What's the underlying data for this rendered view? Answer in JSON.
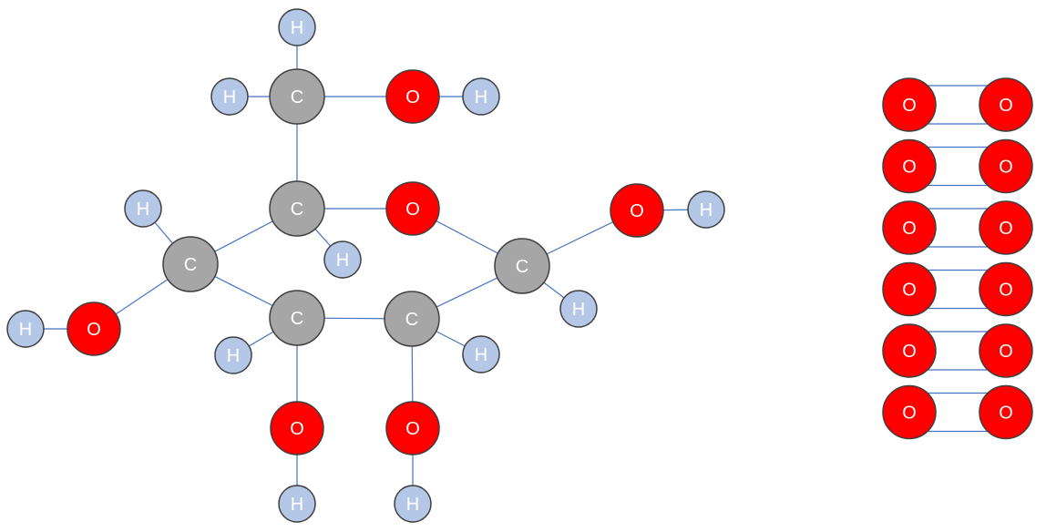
{
  "colors": {
    "carbon_fill": "#a6a6a6",
    "oxygen_fill": "#ff0000",
    "hydrogen_fill": "#b4c7e7",
    "outline": "#3f3f3f",
    "bond": "#4472c4"
  },
  "atoms": [
    {
      "id": "h1",
      "el": "H",
      "label": "H"
    },
    {
      "id": "c1",
      "el": "C",
      "label": "C"
    },
    {
      "id": "h2",
      "el": "H",
      "label": "H"
    },
    {
      "id": "o1",
      "el": "O",
      "label": "O"
    },
    {
      "id": "h3",
      "el": "H",
      "label": "H"
    },
    {
      "id": "c2",
      "el": "C",
      "label": "C"
    },
    {
      "id": "o2",
      "el": "O",
      "label": "O"
    },
    {
      "id": "h4",
      "el": "H",
      "label": "H"
    },
    {
      "id": "h5",
      "el": "H",
      "label": "H"
    },
    {
      "id": "c3",
      "el": "C",
      "label": "C"
    },
    {
      "id": "c4",
      "el": "C",
      "label": "C"
    },
    {
      "id": "o3",
      "el": "O",
      "label": "O"
    },
    {
      "id": "h6",
      "el": "H",
      "label": "H"
    },
    {
      "id": "c5",
      "el": "C",
      "label": "C"
    },
    {
      "id": "h7",
      "el": "H",
      "label": "H"
    },
    {
      "id": "h8",
      "el": "H",
      "label": "H"
    },
    {
      "id": "o4",
      "el": "O",
      "label": "O"
    },
    {
      "id": "c6",
      "el": "C",
      "label": "C"
    },
    {
      "id": "h9",
      "el": "H",
      "label": "H"
    },
    {
      "id": "h10",
      "el": "H",
      "label": "H"
    },
    {
      "id": "o5",
      "el": "O",
      "label": "O"
    },
    {
      "id": "o6",
      "el": "O",
      "label": "O"
    },
    {
      "id": "h11",
      "el": "H",
      "label": "H"
    },
    {
      "id": "h12",
      "el": "H",
      "label": "H"
    }
  ],
  "bonds": [
    [
      "h1",
      "c1"
    ],
    [
      "h2",
      "c1"
    ],
    [
      "c1",
      "o1"
    ],
    [
      "o1",
      "h3"
    ],
    [
      "c1",
      "c2"
    ],
    [
      "c2",
      "o2"
    ],
    [
      "c2",
      "h4"
    ],
    [
      "c2",
      "c3"
    ],
    [
      "h5",
      "c3"
    ],
    [
      "c3",
      "o3"
    ],
    [
      "o3",
      "h6"
    ],
    [
      "c3",
      "c5"
    ],
    [
      "c5",
      "c6"
    ],
    [
      "c6",
      "c4"
    ],
    [
      "o2",
      "c4"
    ],
    [
      "c4",
      "o4"
    ],
    [
      "o4",
      "h7"
    ],
    [
      "c4",
      "h8"
    ],
    [
      "c5",
      "h9"
    ],
    [
      "c5",
      "o5"
    ],
    [
      "o5",
      "h11"
    ],
    [
      "c6",
      "h10"
    ],
    [
      "c6",
      "o6"
    ],
    [
      "o6",
      "h12"
    ]
  ],
  "o2_molecules": [
    {
      "left": "O",
      "right": "O"
    },
    {
      "left": "O",
      "right": "O"
    },
    {
      "left": "O",
      "right": "O"
    },
    {
      "left": "O",
      "right": "O"
    },
    {
      "left": "O",
      "right": "O"
    },
    {
      "left": "O",
      "right": "O"
    }
  ]
}
